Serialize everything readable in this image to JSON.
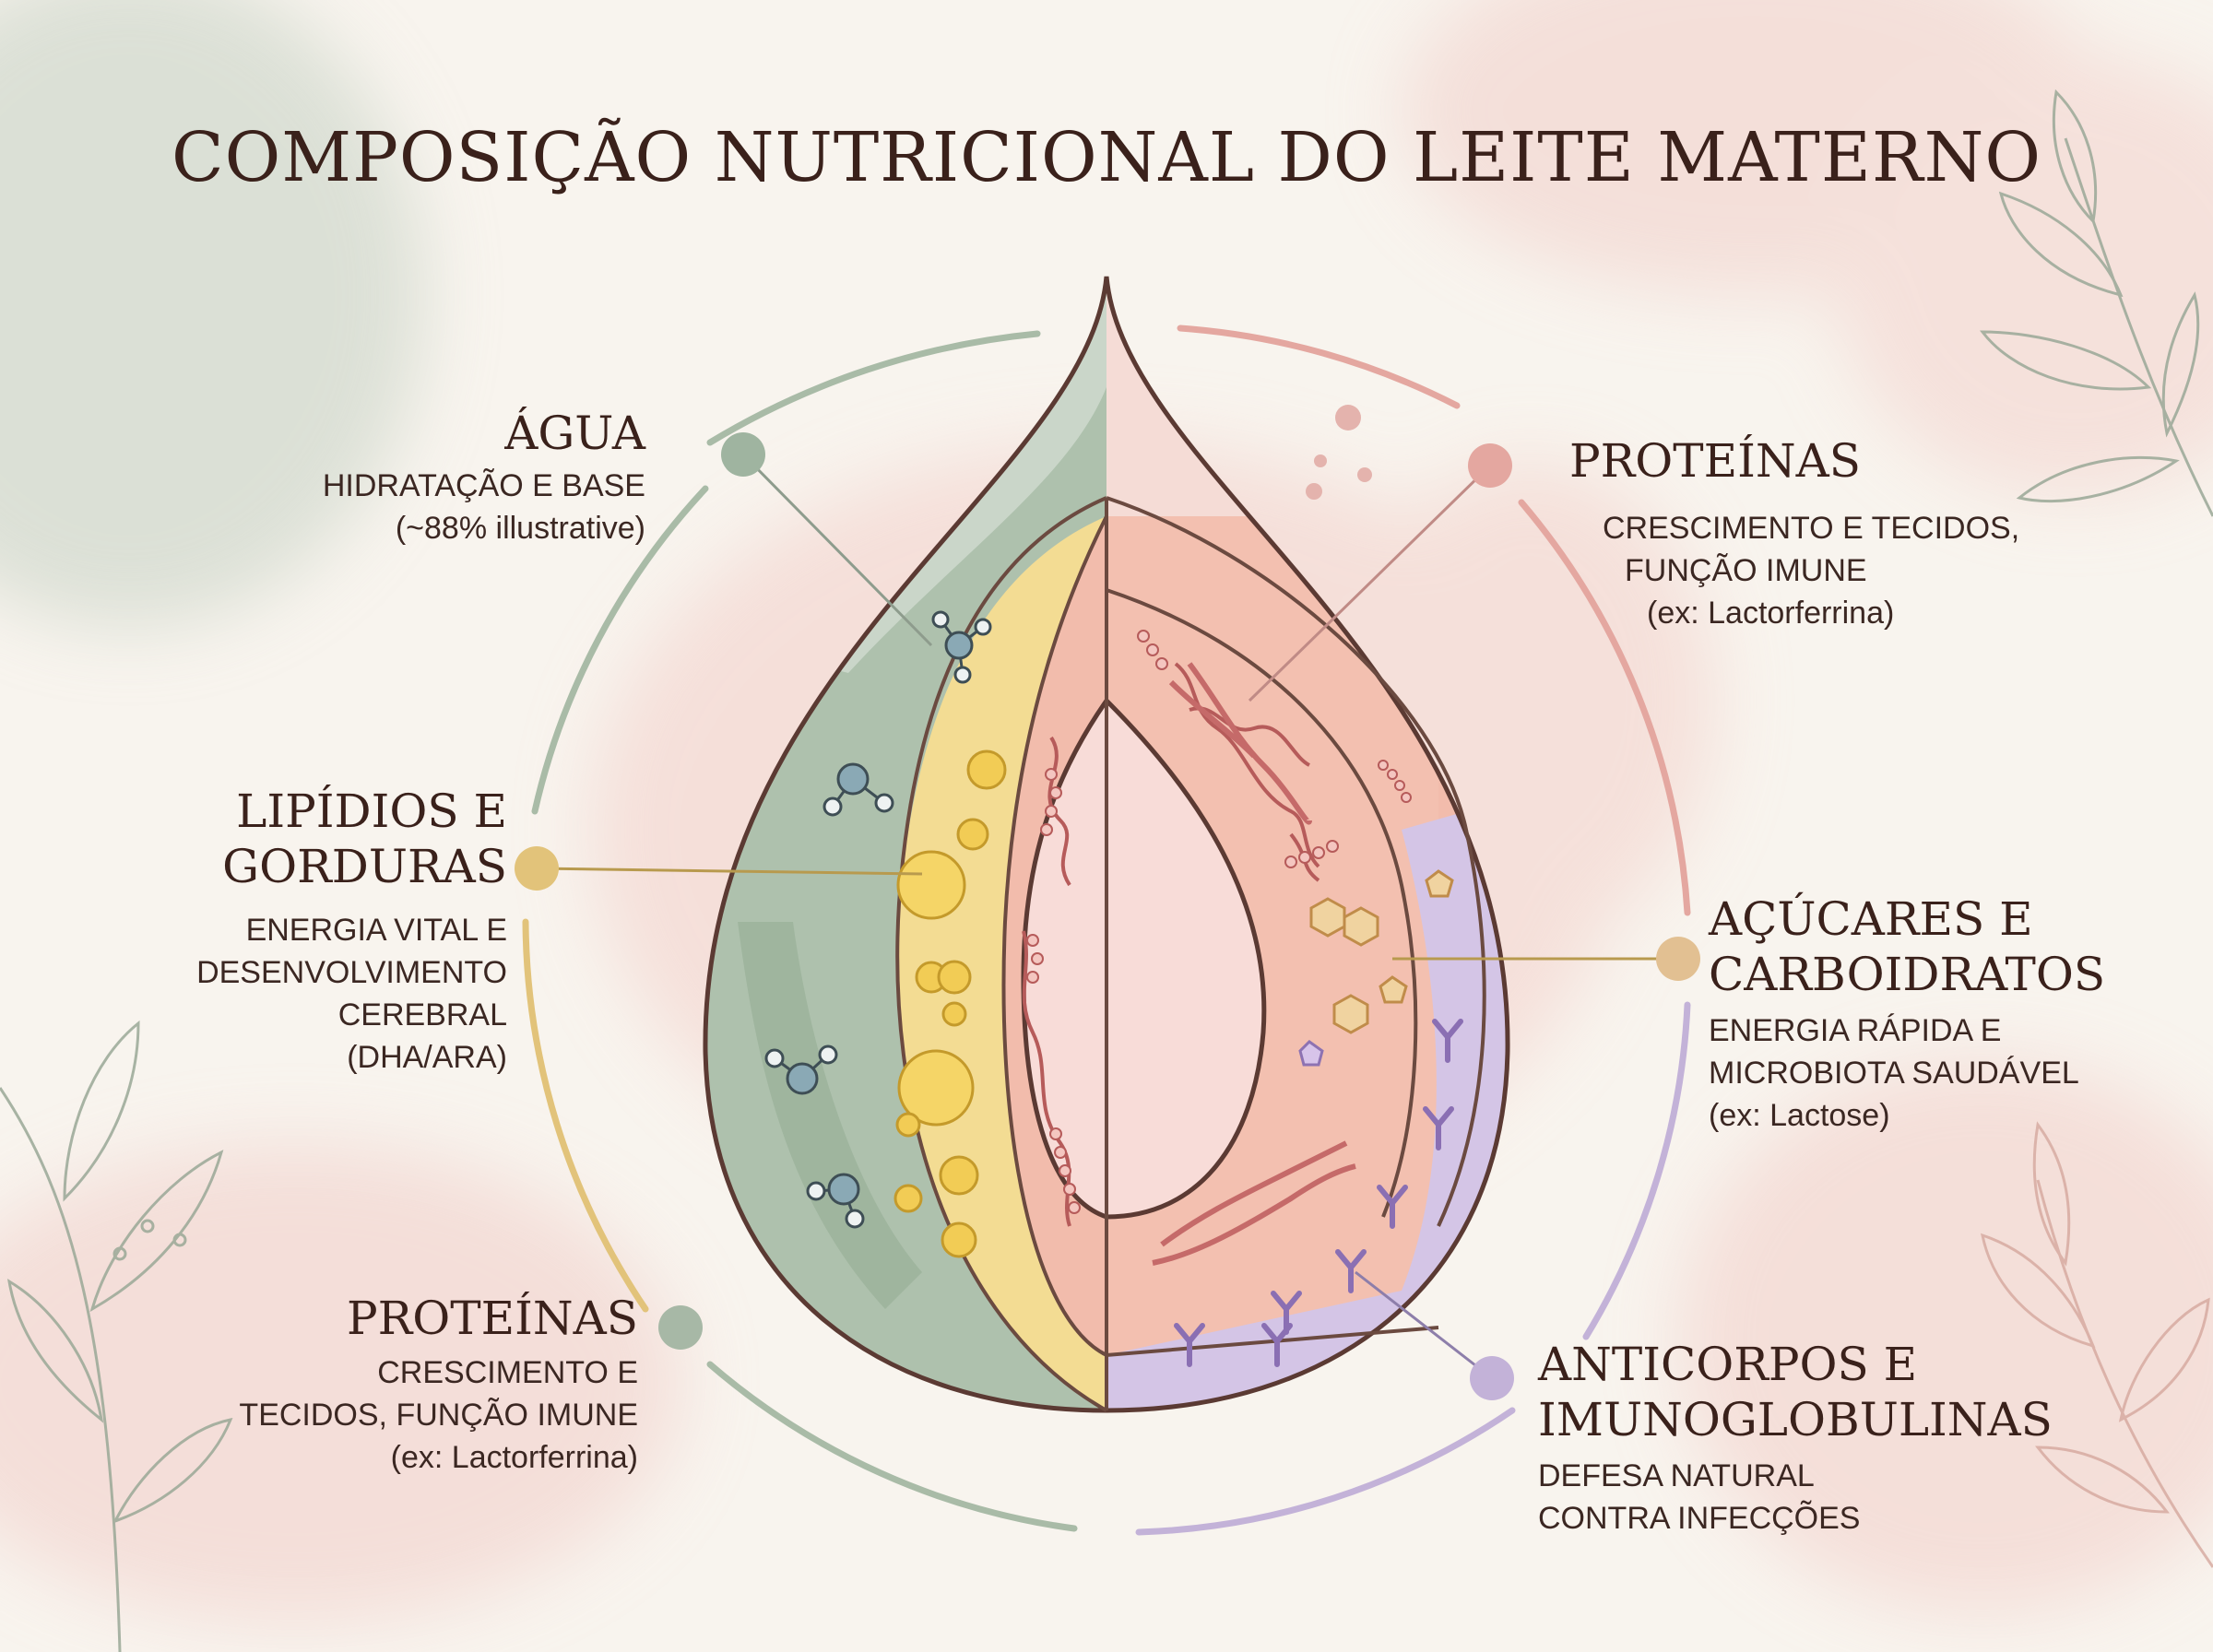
{
  "title": "COMPOSIÇÃO NUTRICIONAL DO LEITE MATERNO",
  "labels": {
    "agua": {
      "heading": "ÁGUA",
      "lines": [
        "HIDRATAÇÃO E BASE",
        "(~88% illustrative)"
      ],
      "color": "#9fb4a0"
    },
    "lipidios": {
      "heading": [
        "LIPÍDIOS E",
        "GORDURAS"
      ],
      "lines": [
        "ENERGIA VITAL E",
        "DESENVOLVIMENTO",
        "CEREBRAL",
        "(DHA/ARA)"
      ],
      "color": "#e2c37a"
    },
    "proteinas_left": {
      "heading": "PROTEÍNAS",
      "lines": [
        "CRESCIMENTO E",
        "TECIDOS, FUNÇÃO IMUNE",
        "(ex: Lactorferrina)"
      ],
      "color": "#a7b8a6"
    },
    "proteinas_right": {
      "heading": "PROTEÍNAS",
      "lines": [
        "CRESCIMENTO E TECIDOS,",
        "FUNÇÃO IMUNE",
        "(ex: Lactorferrina)"
      ],
      "color": "#e4a7a0"
    },
    "acucares": {
      "heading": [
        "AÇÚCARES E",
        "CARBOIDRATOS"
      ],
      "lines": [
        "ENERGIA RÁPIDA E",
        "MICROBIOTA SAUDÁVEL",
        "(ex: Lactose)"
      ],
      "color": "#e2c092"
    },
    "anticorpos": {
      "heading": [
        "ANTICORPOS E",
        "IMUNOGLOBULINAS"
      ],
      "lines": [
        "DEFESA NATURAL",
        "CONTRA INFECÇÕES"
      ],
      "color": "#c3b2d8"
    }
  },
  "colors": {
    "water": "#a9bba7",
    "lipid": "#f2d98c",
    "protein": "#f1b6a6",
    "carb": "#f6dcc0",
    "antibody": "#cfc0e4",
    "outline": "#5b3a33"
  }
}
